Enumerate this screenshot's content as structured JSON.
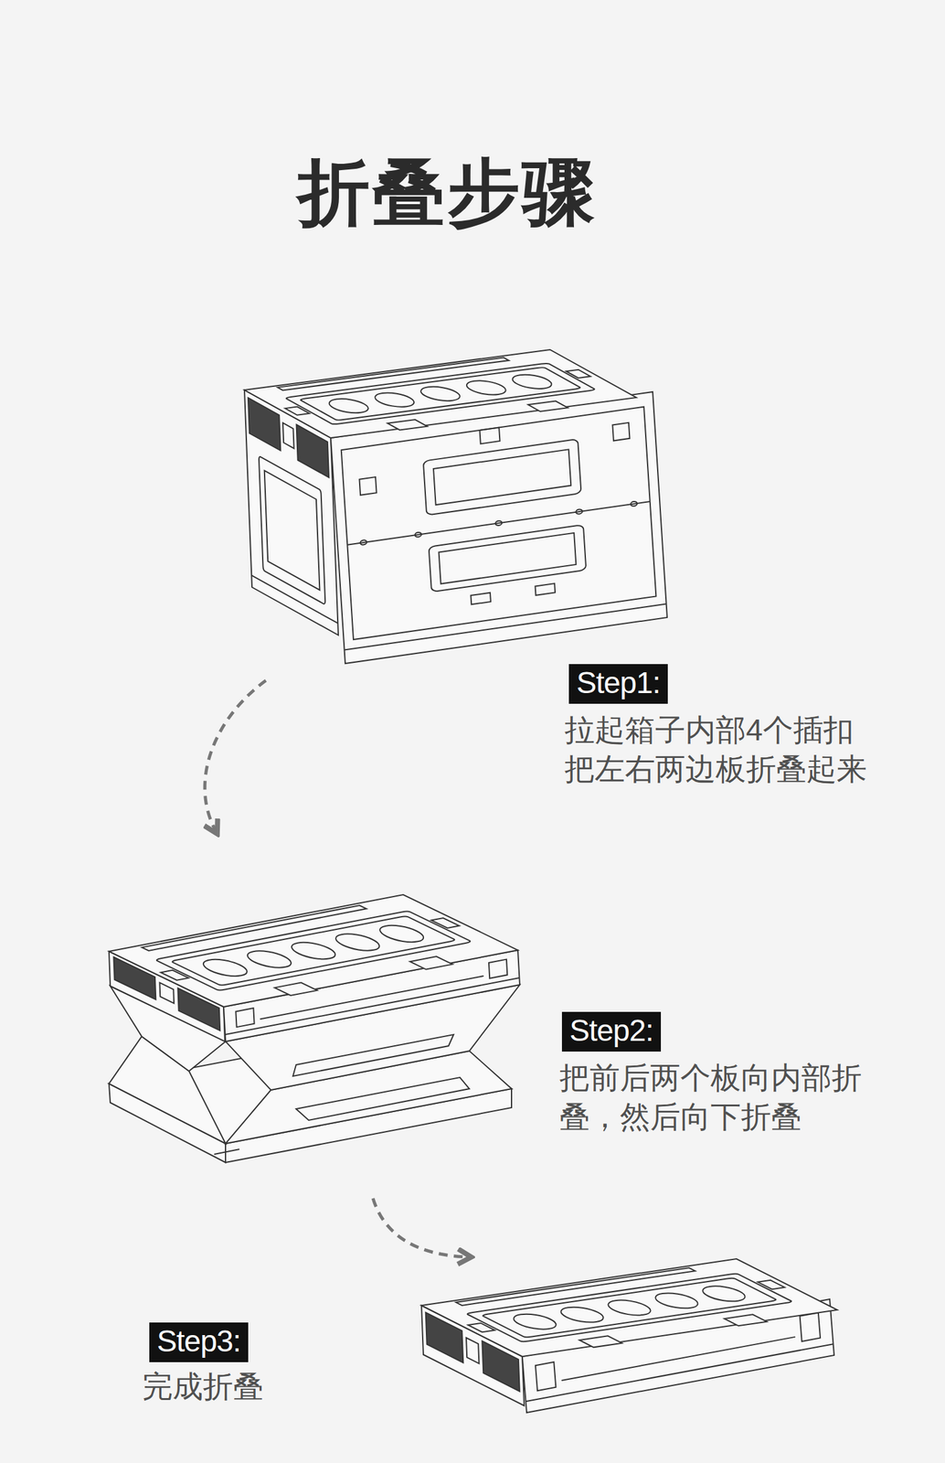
{
  "diagram": {
    "title": "折叠步骤",
    "nodes": [
      {
        "text": [
          "Step1:"
        ]
      },
      {
        "text": [
          "Step2:"
        ]
      },
      {
        "text": [
          "Step3:"
        ]
      }
    ],
    "labels": [
      "拉起箱子内部4个插扣 把左右两边板折叠起来",
      "把前后两个板向内部折 叠，然后向下折叠",
      "完成折叠"
    ]
  }
}
